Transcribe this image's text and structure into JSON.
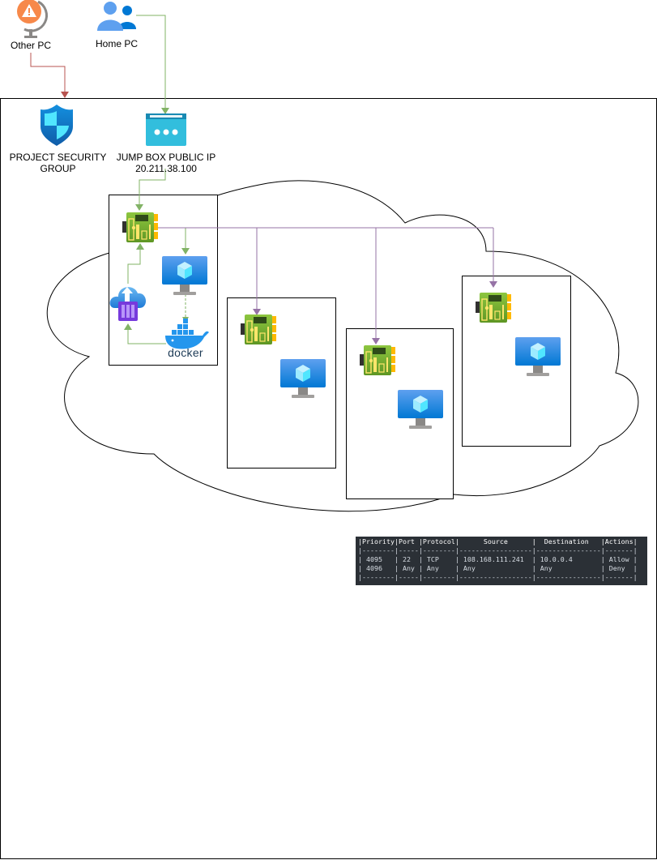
{
  "labels": {
    "other_pc": "Other PC",
    "home_pc": "Home PC",
    "security_group_line1": "PROJECT SECURITY",
    "security_group_line2": "GROUP",
    "jumpbox_line1": "JUMP BOX PUBLIC IP",
    "jumpbox_ip": "20.211.38.100",
    "docker": "docker"
  },
  "icons": {
    "other_pc": "warning-globe-icon",
    "home_pc": "users-icon",
    "security_group": "shield-icon",
    "jumpbox": "public-ip-icon",
    "nic": "network-interface-icon",
    "vm": "virtual-machine-icon",
    "provisioner": "cloud-upload-icon",
    "docker": "docker-whale-icon"
  },
  "colors": {
    "green_connector": "#82b366",
    "red_connector": "#b85450",
    "purple_connector": "#9673a6",
    "table_bg": "#2b3036"
  },
  "nsg_table": {
    "headers": [
      "Priority",
      "Port",
      "Protocol",
      "Source",
      "Destination",
      "Actions"
    ],
    "rows": [
      [
        "4095",
        "22",
        "TCP",
        "108.168.111.241",
        "10.0.0.4",
        "Allow"
      ],
      [
        "4096",
        "Any",
        "Any",
        "Any",
        "Any",
        "Deny"
      ]
    ]
  }
}
